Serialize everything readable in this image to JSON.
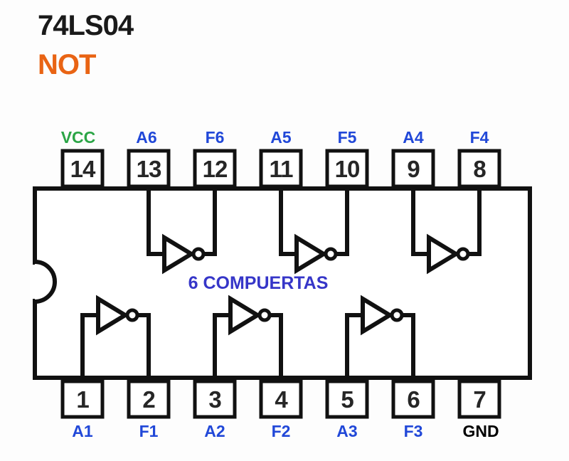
{
  "title": "74LS04",
  "gate_type": "NOT",
  "center_label": "6 COMPUERTAS",
  "colors": {
    "title": "#1a1a1a",
    "gate_type": "#e96414",
    "pin_label": "#2148d8",
    "vcc_label": "#2ba546",
    "gnd_label": "#000000",
    "center_label": "#3636c8",
    "line": "#111111",
    "pin_number": "#262626",
    "background": "#fdfdfd"
  },
  "pins": {
    "top": [
      {
        "number": "14",
        "label": "VCC"
      },
      {
        "number": "13",
        "label": "A6"
      },
      {
        "number": "12",
        "label": "F6"
      },
      {
        "number": "11",
        "label": "A5"
      },
      {
        "number": "10",
        "label": "F5"
      },
      {
        "number": "9",
        "label": "A4"
      },
      {
        "number": "8",
        "label": "F4"
      }
    ],
    "bottom": [
      {
        "number": "1",
        "label": "A1"
      },
      {
        "number": "2",
        "label": "F1"
      },
      {
        "number": "3",
        "label": "A2"
      },
      {
        "number": "4",
        "label": "F2"
      },
      {
        "number": "5",
        "label": "A3"
      },
      {
        "number": "6",
        "label": "F3"
      },
      {
        "number": "7",
        "label": "GND"
      }
    ]
  },
  "gates": [
    {
      "input_pin": "13",
      "input_label": "A6",
      "output_pin": "12",
      "output_label": "F6"
    },
    {
      "input_pin": "11",
      "input_label": "A5",
      "output_pin": "10",
      "output_label": "F5"
    },
    {
      "input_pin": "9",
      "input_label": "A4",
      "output_pin": "8",
      "output_label": "F4"
    },
    {
      "input_pin": "1",
      "input_label": "A1",
      "output_pin": "2",
      "output_label": "F1"
    },
    {
      "input_pin": "3",
      "input_label": "A2",
      "output_pin": "4",
      "output_label": "F2"
    },
    {
      "input_pin": "5",
      "input_label": "A3",
      "output_pin": "6",
      "output_label": "F3"
    }
  ]
}
